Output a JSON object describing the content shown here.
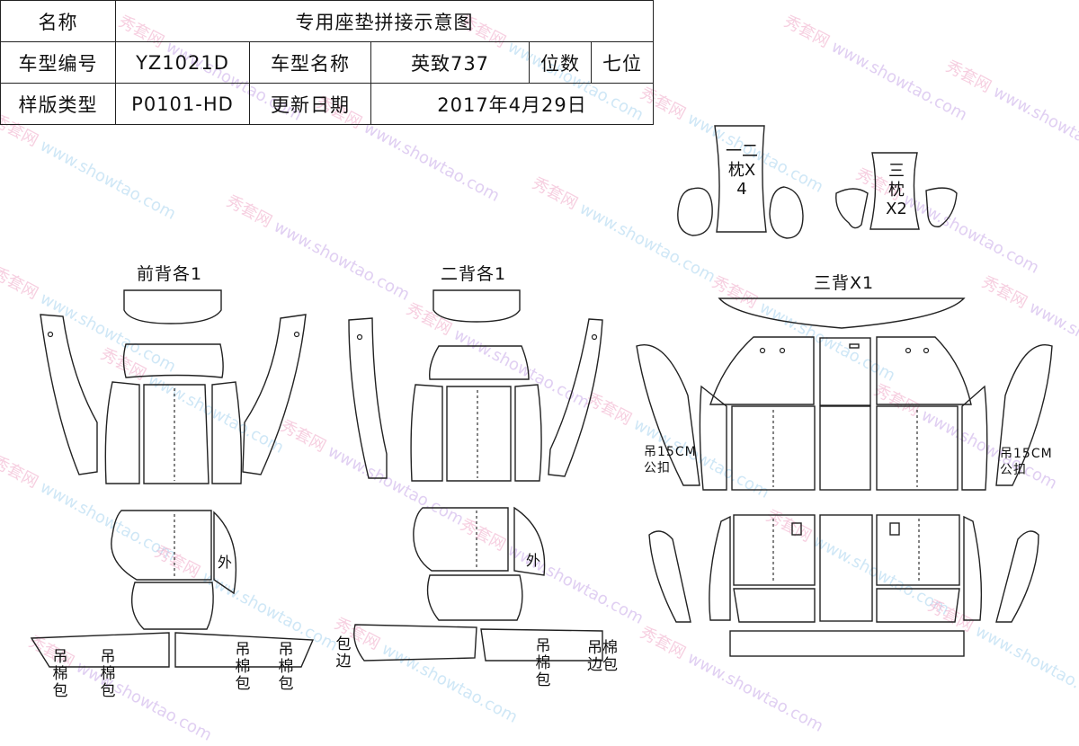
{
  "header": {
    "name_label": "名称",
    "name_value": "专用座垫拼接示意图",
    "model_no_label": "车型编号",
    "model_no_value": "YZ1021D",
    "model_name_label": "车型名称",
    "model_name_value": "英致737",
    "seats_label": "位数",
    "seats_value": "七位",
    "template_type_label": "样版类型",
    "template_type_value": "P0101-HD",
    "update_date_label": "更新日期",
    "update_date_value": "2017年4月29日"
  },
  "sections": {
    "front_back": "前背各1",
    "second_back": "二背各1",
    "third_back": "三背X1",
    "pillow_12": "一二枕X4",
    "pillow_3": "三枕X2"
  },
  "notes": {
    "outer": "外",
    "hang_cotton_wrap": "吊棉包",
    "wrap_edge": "包边",
    "hang_cotton_edge_wrap": "吊棉边包",
    "hang_15cm": "吊15CM",
    "snap": "公扣"
  },
  "watermark": {
    "cn": "秀套网",
    "url": "www.showtao.com"
  }
}
